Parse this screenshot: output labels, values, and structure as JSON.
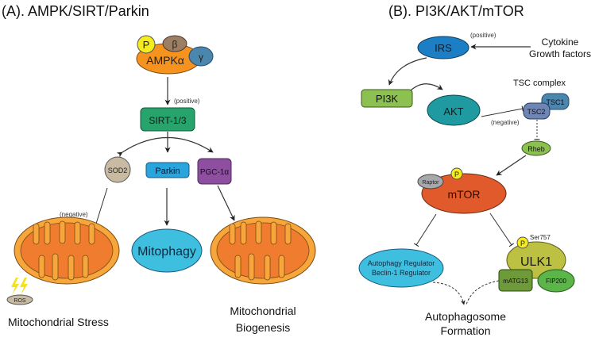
{
  "panel_a": {
    "title": "(A). AMPK/SIRT/Parkin",
    "ampk": {
      "p": "P",
      "beta": "β",
      "gamma": "γ",
      "alpha": "AMPKα"
    },
    "positive_label": "(positive)",
    "sirt": "SIRT-1/3",
    "sod2": "SOD2",
    "parkin": "Parkin",
    "pgc": "PGC-1α",
    "negative_label": "(negative)",
    "mitophagy": "Mitophagy",
    "ros": "ROS",
    "stress_label": "Mitochondrial Stress",
    "biogenesis_line1": "Mitochondrial",
    "biogenesis_line2": "Biogenesis"
  },
  "panel_b": {
    "title": "(B). PI3K/AKT/mTOR",
    "irs": "IRS",
    "positive_label": "(positive)",
    "cytokine_line1": "Cytokine",
    "cytokine_line2": "Growth factors",
    "pi3k": "PI3K",
    "akt": "AKT",
    "tsc_complex": "TSC complex",
    "tsc1": "TSC1",
    "tsc2": "TSC2",
    "negative_label": "(negative)",
    "rheb": "Rheb",
    "mtor": "mTOR",
    "raptor": "Raptor",
    "p": "P",
    "ser": "Ser757",
    "ulk1": "ULK1",
    "matg13": "mATG13",
    "fip200": "FIP200",
    "autophagy_reg_line1": "Autophagy Regulator",
    "autophagy_reg_line2": "Beclin-1 Regulator",
    "autophagosome_line1": "Autophagosome",
    "autophagosome_line2": "Formation"
  },
  "colors": {
    "ampk": "#f6921e",
    "beta": "#9b7e63",
    "gamma": "#4a86ad",
    "phospho": "#f5ec1c",
    "sirt": "#26a46b",
    "sod2": "#c9bba2",
    "parkin": "#2aa4dc",
    "pgc": "#8e4fa1",
    "mito_outer": "#f6a63a",
    "mito_inner": "#f07c30",
    "mitophagy": "#3fbfe0",
    "irs": "#1c7ec4",
    "pi3k": "#8cc152",
    "akt": "#1f9aa1",
    "tsc": "#6e86b3",
    "rheb": "#8cc152",
    "mtor": "#e05a2b",
    "raptor": "#a6a8ab",
    "ulk1": "#bcc043",
    "matg13": "#6f9a3a",
    "fip200": "#5bb548",
    "beclin": "#3fbfe0"
  }
}
